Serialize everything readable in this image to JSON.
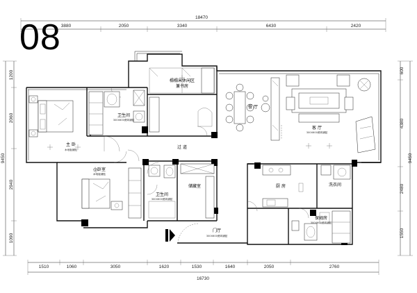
{
  "drawing_number": "08",
  "dims_top": [
    "3880",
    "2050",
    "3340",
    "6430",
    "2420"
  ],
  "dim_top_total": "18470",
  "dims_bottom": [
    "1510",
    "1060",
    "3050",
    "1620",
    "1530",
    "1640",
    "2050",
    "2760"
  ],
  "dim_bottom_total": "16730",
  "dims_left": [
    "1200",
    "2060",
    "2940",
    "1090"
  ],
  "dim_left_total": "9450",
  "dims_right": [
    "600",
    "4380",
    "2480",
    "1550"
  ],
  "dim_right_total": "9450",
  "rooms": {
    "master_bedroom": {
      "name": "主 卧",
      "note": "木地板铺贴"
    },
    "master_bath": {
      "name": "卫生间",
      "note": "300X600瓷砖铺贴"
    },
    "leisure": {
      "name": "榻榻米休闲区",
      "sub": "兼书房"
    },
    "dining": {
      "name": "餐 厅"
    },
    "living": {
      "name": "客 厅",
      "note": "300X600瓷砖铺贴"
    },
    "corridor": {
      "name": "过 道"
    },
    "small_bedroom": {
      "name": "小卧室",
      "note": "木地板铺贴"
    },
    "second_bath": {
      "name": "卫生间",
      "note": "300X600瓷砖铺贴"
    },
    "storage": {
      "name": "储藏室"
    },
    "entrance": {
      "name": "门厅",
      "note": "300X600瓷砖铺贴"
    },
    "kitchen": {
      "name": "厨 房"
    },
    "laundry": {
      "name": "洗衣间"
    },
    "utility": {
      "name": "保姆房",
      "note": "300X600瓷砖铺贴"
    }
  }
}
